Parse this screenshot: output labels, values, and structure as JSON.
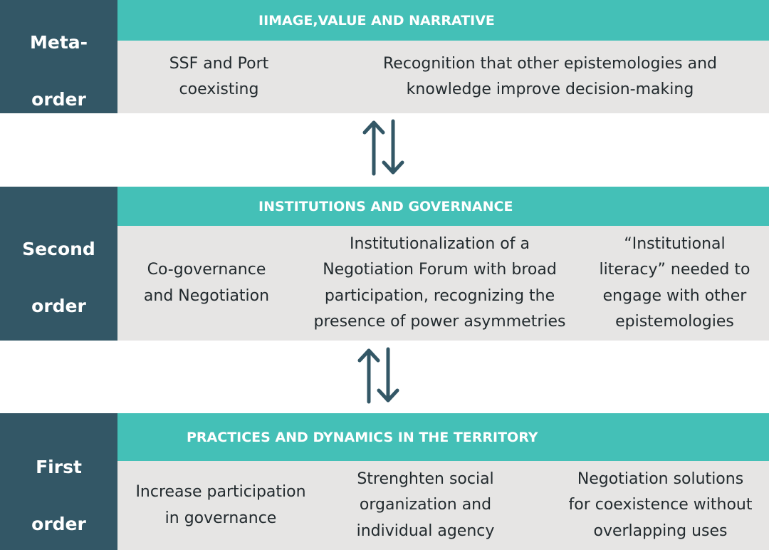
{
  "colors": {
    "label_bg": "#335766",
    "header_bg": "#44c0b7",
    "content_bg": "#e6e5e4",
    "arrow": "#335766"
  },
  "meta_order": {
    "label_line1": "Meta-",
    "label_line2": "order",
    "header": "IIMAGE,VALUE AND NARRATIVE",
    "cell1_line1": "SSF and Port",
    "cell1_line2": "coexisting",
    "cell2_line1": "Recognition that other epistemologies and",
    "cell2_line2": "knowledge improve decision-making"
  },
  "second_order": {
    "label_line1": "Second",
    "label_line2": "order",
    "header": "INSTITUTIONS AND GOVERNANCE",
    "cell1_line1": "Co-governance",
    "cell1_line2": "and Negotiation",
    "cell2_line1": "Institutionalization of a",
    "cell2_line2": "Negotiation Forum with broad",
    "cell2_line3": "participation, recognizing the",
    "cell2_line4": "presence of power asymmetries",
    "cell3_line1": "“Institutional",
    "cell3_line2": "literacy” needed to",
    "cell3_line3": "engage with other",
    "cell3_line4": "epistemologies"
  },
  "first_order": {
    "label_line1": "First",
    "label_line2": "order",
    "header": "PRACTICES AND DYNAMICS IN THE TERRITORY",
    "cell1_line1": "Increase participation",
    "cell1_line2": "in governance",
    "cell2_line1": "Strenghten social",
    "cell2_line2": "organization and",
    "cell2_line3": "individual agency",
    "cell3_line1": "Negotiation solutions",
    "cell3_line2": "for coexistence without",
    "cell3_line3": "overlapping uses"
  }
}
